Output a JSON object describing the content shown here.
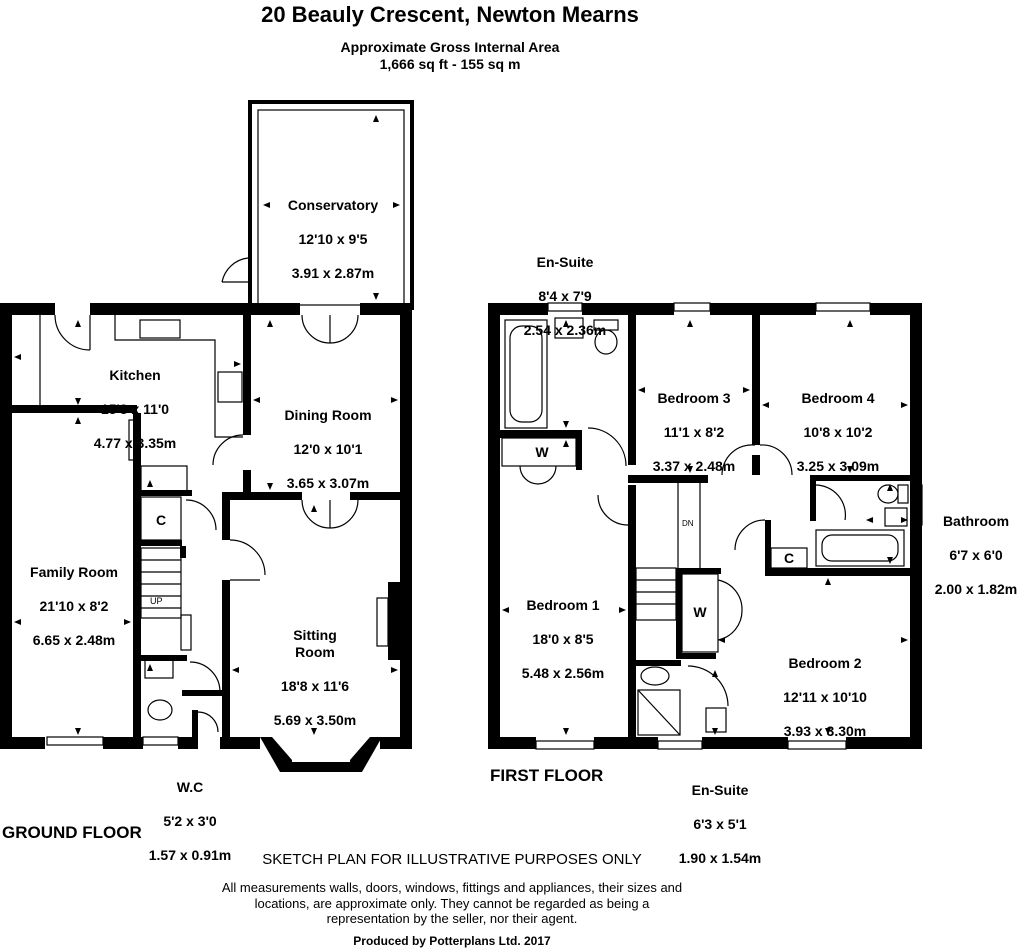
{
  "header": {
    "title": "20 Beauly Crescent, Newton Mearns",
    "area_label": "Approximate Gross Internal Area",
    "area_value": "1,666 sq ft - 155 sq m"
  },
  "floors": {
    "ground": "GROUND FLOOR",
    "first": "FIRST FLOOR"
  },
  "rooms": {
    "conservatory": {
      "name": "Conservatory",
      "imperial": "12'10 x 9'5",
      "metric": "3.91 x 2.87m"
    },
    "kitchen": {
      "name": "Kitchen",
      "imperial": "15'8 x 11'0",
      "metric": "4.77 x 3.35m"
    },
    "dining": {
      "name": "Dining Room",
      "imperial": "12'0 x 10'1",
      "metric": "3.65 x 3.07m"
    },
    "family": {
      "name": "Family Room",
      "imperial": "21'10 x 8'2",
      "metric": "6.65 x 2.48m"
    },
    "sitting": {
      "name": "Sitting\nRoom",
      "imperial": "18'8 x 11'6",
      "metric": "5.69 x 3.50m"
    },
    "wc": {
      "name": "W.C",
      "imperial": "5'2 x 3'0",
      "metric": "1.57 x 0.91m"
    },
    "ensuite1": {
      "name": "En-Suite",
      "imperial": "8'4 x 7'9",
      "metric": "2.54 x 2.36m"
    },
    "bedroom3": {
      "name": "Bedroom 3",
      "imperial": "11'1 x 8'2",
      "metric": "3.37 x 2.48m"
    },
    "bedroom4": {
      "name": "Bedroom 4",
      "imperial": "10'8 x 10'2",
      "metric": "3.25 x 3.09m"
    },
    "bathroom": {
      "name": "Bathroom",
      "imperial": "6'7 x 6'0",
      "metric": "2.00 x 1.82m"
    },
    "bedroom1": {
      "name": "Bedroom 1",
      "imperial": "18'0 x 8'5",
      "metric": "5.48 x 2.56m"
    },
    "bedroom2": {
      "name": "Bedroom 2",
      "imperial": "12'11 x 10'10",
      "metric": "3.93 x 3.30m"
    },
    "ensuite2": {
      "name": "En-Suite",
      "imperial": "6'3 x 5'1",
      "metric": "1.90 x 1.54m"
    }
  },
  "small_labels": {
    "cupboard": "C",
    "wardrobe": "W",
    "up": "UP",
    "dn": "DN"
  },
  "footer": {
    "disclaimer_title": "SKETCH PLAN FOR ILLUSTRATIVE PURPOSES ONLY",
    "disclaimer_line1": "All measurements walls, doors, windows, fittings and appliances, their sizes and",
    "disclaimer_line2": "locations, are approximate only. They cannot be regarded as being a",
    "disclaimer_line3": "representation by the seller, nor their agent.",
    "producer": "Produced by Potterplans Ltd. 2017"
  }
}
